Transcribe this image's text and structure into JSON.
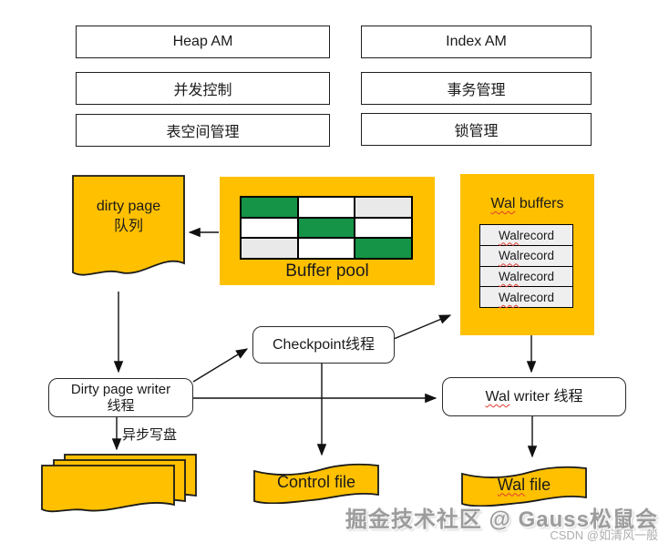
{
  "colors": {
    "yellow": "#FFC000",
    "green": "#159347",
    "gray_cell": "#E9E9E9",
    "record_fill": "#EFEFEF"
  },
  "modules": {
    "heap_am": "Heap AM",
    "index_am": "Index AM",
    "concurrency": "并发控制",
    "transaction": "事务管理",
    "tablespace": "表空间管理",
    "lock": "锁管理"
  },
  "dirty_page_queue": {
    "line1": "dirty page",
    "line2": "队列"
  },
  "buffer_pool": {
    "label": "Buffer pool",
    "grid": [
      [
        "green",
        "white",
        "gray"
      ],
      [
        "white",
        "green",
        "white"
      ],
      [
        "gray",
        "white",
        "green"
      ]
    ]
  },
  "wal_buffers": {
    "title_prefix": "Wal",
    "title_rest": " buffers",
    "records": [
      {
        "prefix": "Wal",
        "rest": " record"
      },
      {
        "prefix": "Wal",
        "rest": " record"
      },
      {
        "prefix": "Wal",
        "rest": " record"
      },
      {
        "prefix": "Wal",
        "rest": " record"
      }
    ]
  },
  "threads": {
    "checkpoint": "Checkpoint线程",
    "dirty_page_writer_line1": "Dirty page writer",
    "dirty_page_writer_line2": "线程",
    "wal_writer_prefix": "Wal",
    "wal_writer_rest": " writer 线程"
  },
  "labels": {
    "async_write": "异步写盘"
  },
  "files": {
    "control_file": "Control file",
    "wal_file_prefix": "Wal",
    "wal_file_rest": " file"
  },
  "watermark": {
    "main": "掘金技术社区 @ Gauss松鼠会",
    "sub": "CSDN @如清风一般"
  }
}
